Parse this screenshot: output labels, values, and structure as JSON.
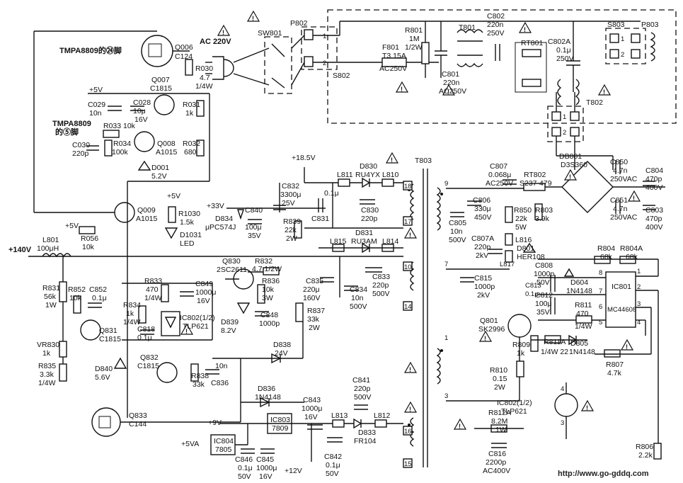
{
  "labels": {
    "tmpa_pin64": "TMPA8809的㉔脚",
    "q006": "Q006",
    "q006_type": "C124",
    "r030": "R030",
    "r030_val": "4.7",
    "r030_w": "1/4W",
    "q007": "Q007",
    "q007_type": "C1815",
    "plus5v_top": "+5V",
    "c029": "C029",
    "c029_val": "10n",
    "c028": "C028",
    "c028_val": "10μ",
    "c028_v": "16V",
    "r031": "R031",
    "r031_val": "1k",
    "tmpa": "TMPA8809",
    "tmpa_pin5": "的⑤脚",
    "r033": "R033",
    "r033_val": "10k",
    "c030": "C030",
    "c030_val": "220p",
    "r034": "R034",
    "r034_val": "100k",
    "q008": "Q008",
    "q008_type": "A1015",
    "r032": "R032",
    "r032_val": "680",
    "d001": "D001",
    "d001_val": "5.2V",
    "ac220v": "AC 220V",
    "sw801": "SW801",
    "p802": "P802",
    "s802": "S802",
    "f801": "F801",
    "f801_val": "T3.15A",
    "f801_v": "AC250V",
    "r801": "R801",
    "r801_val": "1M",
    "r801_w": "1/2W",
    "c801": "C801",
    "c801_val": "220n",
    "c801_v": "AC250V",
    "t801": "T801",
    "c802": "C802",
    "c802_val": "220n",
    "c802_v": "250V",
    "rt801": "RT801",
    "c802a": "C802A",
    "c802a_val": "0.1μ",
    "c802a_v": "250V",
    "s803": "S803",
    "p803": "P803",
    "t802": "T802",
    "pin1": "1",
    "pin2": "2",
    "plus18v": "+18.5V",
    "d830": "D830",
    "d830_type": "RU4YX",
    "l811": "L811",
    "l810": "L810",
    "c832": "C832",
    "c832_val": "3300μ",
    "c832_v": "25V",
    "c831": "C831",
    "c831_val": "0.1μ",
    "c830": "C830",
    "c830_val": "220p",
    "plus33v": "+33V",
    "d834": "D834",
    "d834_type": "μPC574J",
    "c840": "C840",
    "c840_val": "100μ",
    "c840_v": "35V",
    "r839": "R839",
    "r839_val": "22k",
    "r839_w": "2W",
    "t803": "T803",
    "plus5v_mid": "+5V",
    "r1030": "R1030",
    "r1030_val": "1.5k",
    "q009": "Q009",
    "q009_type": "A1015",
    "d1031": "D1031",
    "d1031_type": "LED",
    "plus5v_left": "+5V",
    "r056": "R056",
    "r056_val": "10k",
    "plus140v": "+140V",
    "l801": "L801",
    "l801_val": "100μH",
    "q830": "Q830",
    "q830_type": "2SC2611",
    "r832": "R832",
    "r832_val": "4.7 1/2W",
    "r836": "R836",
    "r836_val": "10k",
    "r836_w": "3W",
    "l815": "L815",
    "d831": "D831",
    "d831_type": "RU3AM",
    "l814": "L814",
    "c835": "C835",
    "c835_val": "220μ",
    "c835_v": "160V",
    "c834": "C834",
    "c834_val": "10n",
    "c834_v": "500V",
    "c833": "C833",
    "c833_val": "220p",
    "c833_v": "500V",
    "r831": "R831",
    "r831_val": "56k",
    "r831_w": "1W",
    "r852": "R852",
    "r852_val": "10k",
    "c852": "C852",
    "c852_val": "0.1μ",
    "r833": "R833",
    "r833_val": "470",
    "r833_w": "1/4W",
    "c849": "C849",
    "c849_val": "1000μ",
    "c849_v": "16V",
    "r834": "R834",
    "r834_val": "1k",
    "r834_w": "1/4W",
    "ic802": "IC802(1/2)",
    "ic802_type": "TLP621",
    "c818": "C818",
    "c818_val": "0.1μ",
    "d839": "D839",
    "d839_val": "8.2V",
    "c848": "C848",
    "c848_val": "1000p",
    "r837": "R837",
    "r837_val": "33k",
    "r837_w": "2W",
    "q831": "Q831",
    "q831_type": "C1815",
    "vr830": "VR830",
    "vr830_val": "1k",
    "r835": "R835",
    "r835_val": "3.3k",
    "r835_w": "1/4W",
    "d840": "D840",
    "d840_val": "5.6V",
    "q832": "Q832",
    "q832_type": "C1815",
    "r838": "R838",
    "r838_val": "33k",
    "c836": "C836",
    "c836_val": "10n",
    "d838": "D838",
    "d838_val": "24V",
    "d836": "D836",
    "d836_type": "1N4148",
    "q833": "Q833",
    "q833_type": "C144",
    "plus9v": "+9V",
    "ic803": "IC803",
    "ic803_type": "7809",
    "ic804": "IC804",
    "ic804_type": "7805",
    "plus5va": "+5VA",
    "c846": "C846",
    "c846_val": "0.1μ",
    "c846_v": "50V",
    "c845": "C845",
    "c845_val": "1000μ",
    "c845_v": "16V",
    "c843": "C843",
    "c843_val": "1000μ",
    "c843_v": "16V",
    "plus12v": "+12V",
    "c841": "C841",
    "c841_val": "220p",
    "c841_v": "500V",
    "l813": "L813",
    "l812": "L812",
    "d833": "D833",
    "d833_type": "FR104",
    "c842": "C842",
    "c842_val": "0.1μ",
    "c842_v": "50V",
    "pin18": "18",
    "pin17": "17",
    "pin10": "10",
    "pin14": "14",
    "pin16": "16",
    "pin15": "15",
    "pin9": "9",
    "pin7": "7",
    "pin1b": "1",
    "pin3": "3",
    "c807": "C807",
    "c807_val": "0.068μ",
    "c807_v": "AC250V",
    "rt802": "RT802",
    "rt802_val": "S237-479",
    "db801": "DB801",
    "db801_type": "D3S360",
    "c850": "C850",
    "c850_val": "4.7n",
    "c850_v": "250VAC",
    "c804": "C804",
    "c804_val": "470p",
    "c804_v": "400V",
    "c851": "C851",
    "c851_val": "4.7n",
    "c851_v": "250VAC",
    "c803": "C803",
    "c803_val": "470p",
    "c803_v": "400V",
    "c806": "C806",
    "c806_val": "330μ",
    "c806_v": "450V",
    "c805": "C805",
    "c805_val": "10n",
    "c805_v": "500V",
    "r850": "R850",
    "r850_val": "22k",
    "r850_w": "5W",
    "r803": "R803",
    "r803_val": "3.9k",
    "l816": "L816",
    "l817": "L817",
    "c807a": "C807A",
    "c807a_val": "220p",
    "c807a_v": "2kV",
    "d801": "D801",
    "d801_type": "HER108",
    "c815": "C815",
    "c815_val": "1000p",
    "c815_v": "2kV",
    "r804": "R804",
    "r804_val": "68k",
    "r804a": "R804A",
    "r804a_val": "68k",
    "c808": "C808",
    "c808_val": "1000p",
    "c808_v": "50V",
    "d604": "D604",
    "d604_type": "1N4148",
    "c813": "C813",
    "c813_val": "0.1μ",
    "c812": "C812",
    "c812_val": "100μ",
    "c812_v": "35V",
    "r811": "R811",
    "r811_val": "470",
    "r811_w": "1/4W",
    "ic801": "IC801",
    "ic801_type": "MC44608",
    "ic_pin8": "8",
    "ic_pin1": "1",
    "ic_pin7": "7",
    "ic_pin2": "2",
    "ic_pin6": "6",
    "ic_pin3": "3",
    "ic_pin5": "5",
    "ic_pin4": "4",
    "q801": "Q801",
    "q801_type": "SK2996",
    "r809": "R809",
    "r809_val": "1k",
    "r811a": "R811A",
    "r811a_val": "1/4W 22",
    "d805": "D805",
    "d805_type": "1N4148",
    "r807": "R807",
    "r807_val": "4.7k",
    "r810": "R810",
    "r810_val": "0.15",
    "r810_w": "2W",
    "ic802b": "IC802(1/2)",
    "ic802b_type": "TLP621",
    "opto_pin4": "4",
    "opto_pin3": "3",
    "r812a": "R812A",
    "r812a_val": "8.2M",
    "r812a_w": "1W",
    "c816": "C816",
    "c816_val": "2200p",
    "c816_v": "AC400V",
    "r806": "R806",
    "r806_val": "2.2k",
    "url": "http://www.go-gddq.com"
  }
}
